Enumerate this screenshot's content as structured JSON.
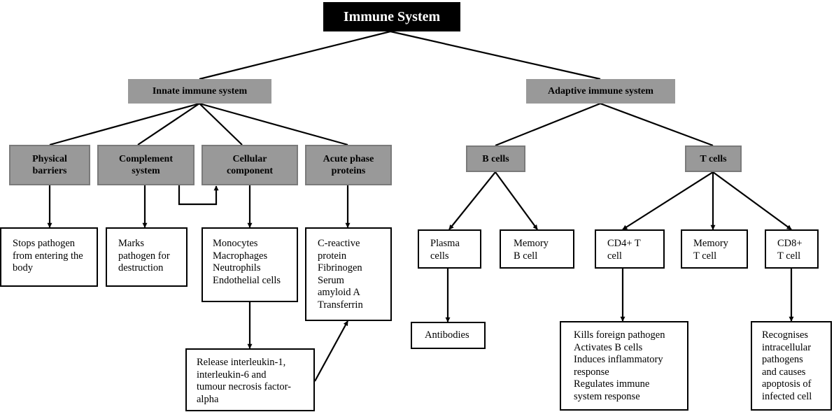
{
  "title": "Immune System",
  "colors": {
    "title_bg": "#000000",
    "category_fill": "#999999",
    "lines": "#000000"
  },
  "innate": {
    "label": "Innate immune system",
    "physical_barriers": {
      "label": "Physical\nbarriers",
      "detail": "Stops pathogen\nfrom entering the\nbody"
    },
    "complement_system": {
      "label": "Complement\nsystem",
      "detail": "Marks\npathogen for\ndestruction"
    },
    "cellular_component": {
      "label": "Cellular\ncomponent",
      "detail": "Monocytes\nMacrophages\nNeutrophils\nEndothelial cells",
      "release": "Release interleukin-1,\ninterleukin-6 and\ntumour necrosis factor-\nalpha"
    },
    "acute_phase": {
      "label": "Acute phase\nproteins",
      "detail": "C-reactive\nprotein\nFibrinogen\nSerum\namyloid A\nTransferrin"
    }
  },
  "adaptive": {
    "label": "Adaptive immune system",
    "b_cells": {
      "label": "B cells",
      "plasma": "Plasma\ncells",
      "memory": "Memory\nB cell",
      "antibodies": "Antibodies"
    },
    "t_cells": {
      "label": "T cells",
      "cd4": "CD4+ T\ncell",
      "memory": "Memory\nT cell",
      "cd8": "CD8+\nT cell",
      "cd4_detail": "Kills foreign pathogen\nActivates B cells\nInduces inflammatory\nresponse\nRegulates immune\nsystem response",
      "cd8_detail": "Recognises\nintracellular\npathogens\nand causes\napoptosis of\ninfected cell"
    }
  }
}
